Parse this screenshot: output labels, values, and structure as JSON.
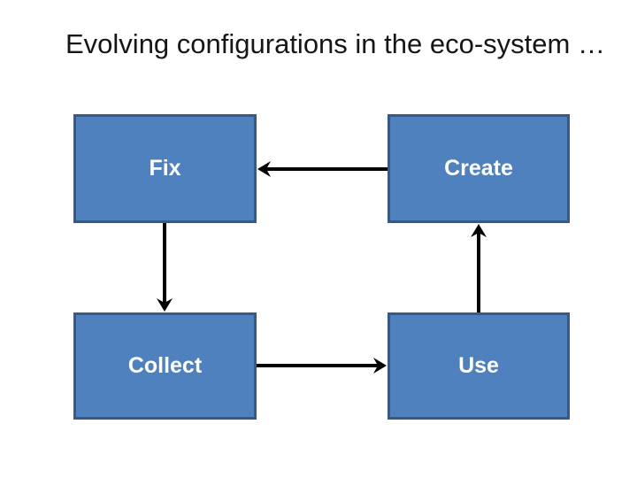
{
  "slide": {
    "title": "Evolving configurations in the eco-system …",
    "background_color": "#FFFFFF",
    "title_color": "#161616",
    "node_style": {
      "fill_color": "#4E81BD",
      "border_color": "#365A85",
      "label_color": "#FFFFFF"
    },
    "arrow_color": "#000000",
    "nodes": [
      {
        "id": "fix",
        "label": "Fix"
      },
      {
        "id": "create",
        "label": "Create"
      },
      {
        "id": "collect",
        "label": "Collect"
      },
      {
        "id": "use",
        "label": "Use"
      }
    ],
    "edges": [
      {
        "from": "create",
        "to": "fix",
        "direction": "left"
      },
      {
        "from": "fix",
        "to": "collect",
        "direction": "down"
      },
      {
        "from": "collect",
        "to": "use",
        "direction": "right"
      },
      {
        "from": "use",
        "to": "create",
        "direction": "up"
      }
    ]
  }
}
